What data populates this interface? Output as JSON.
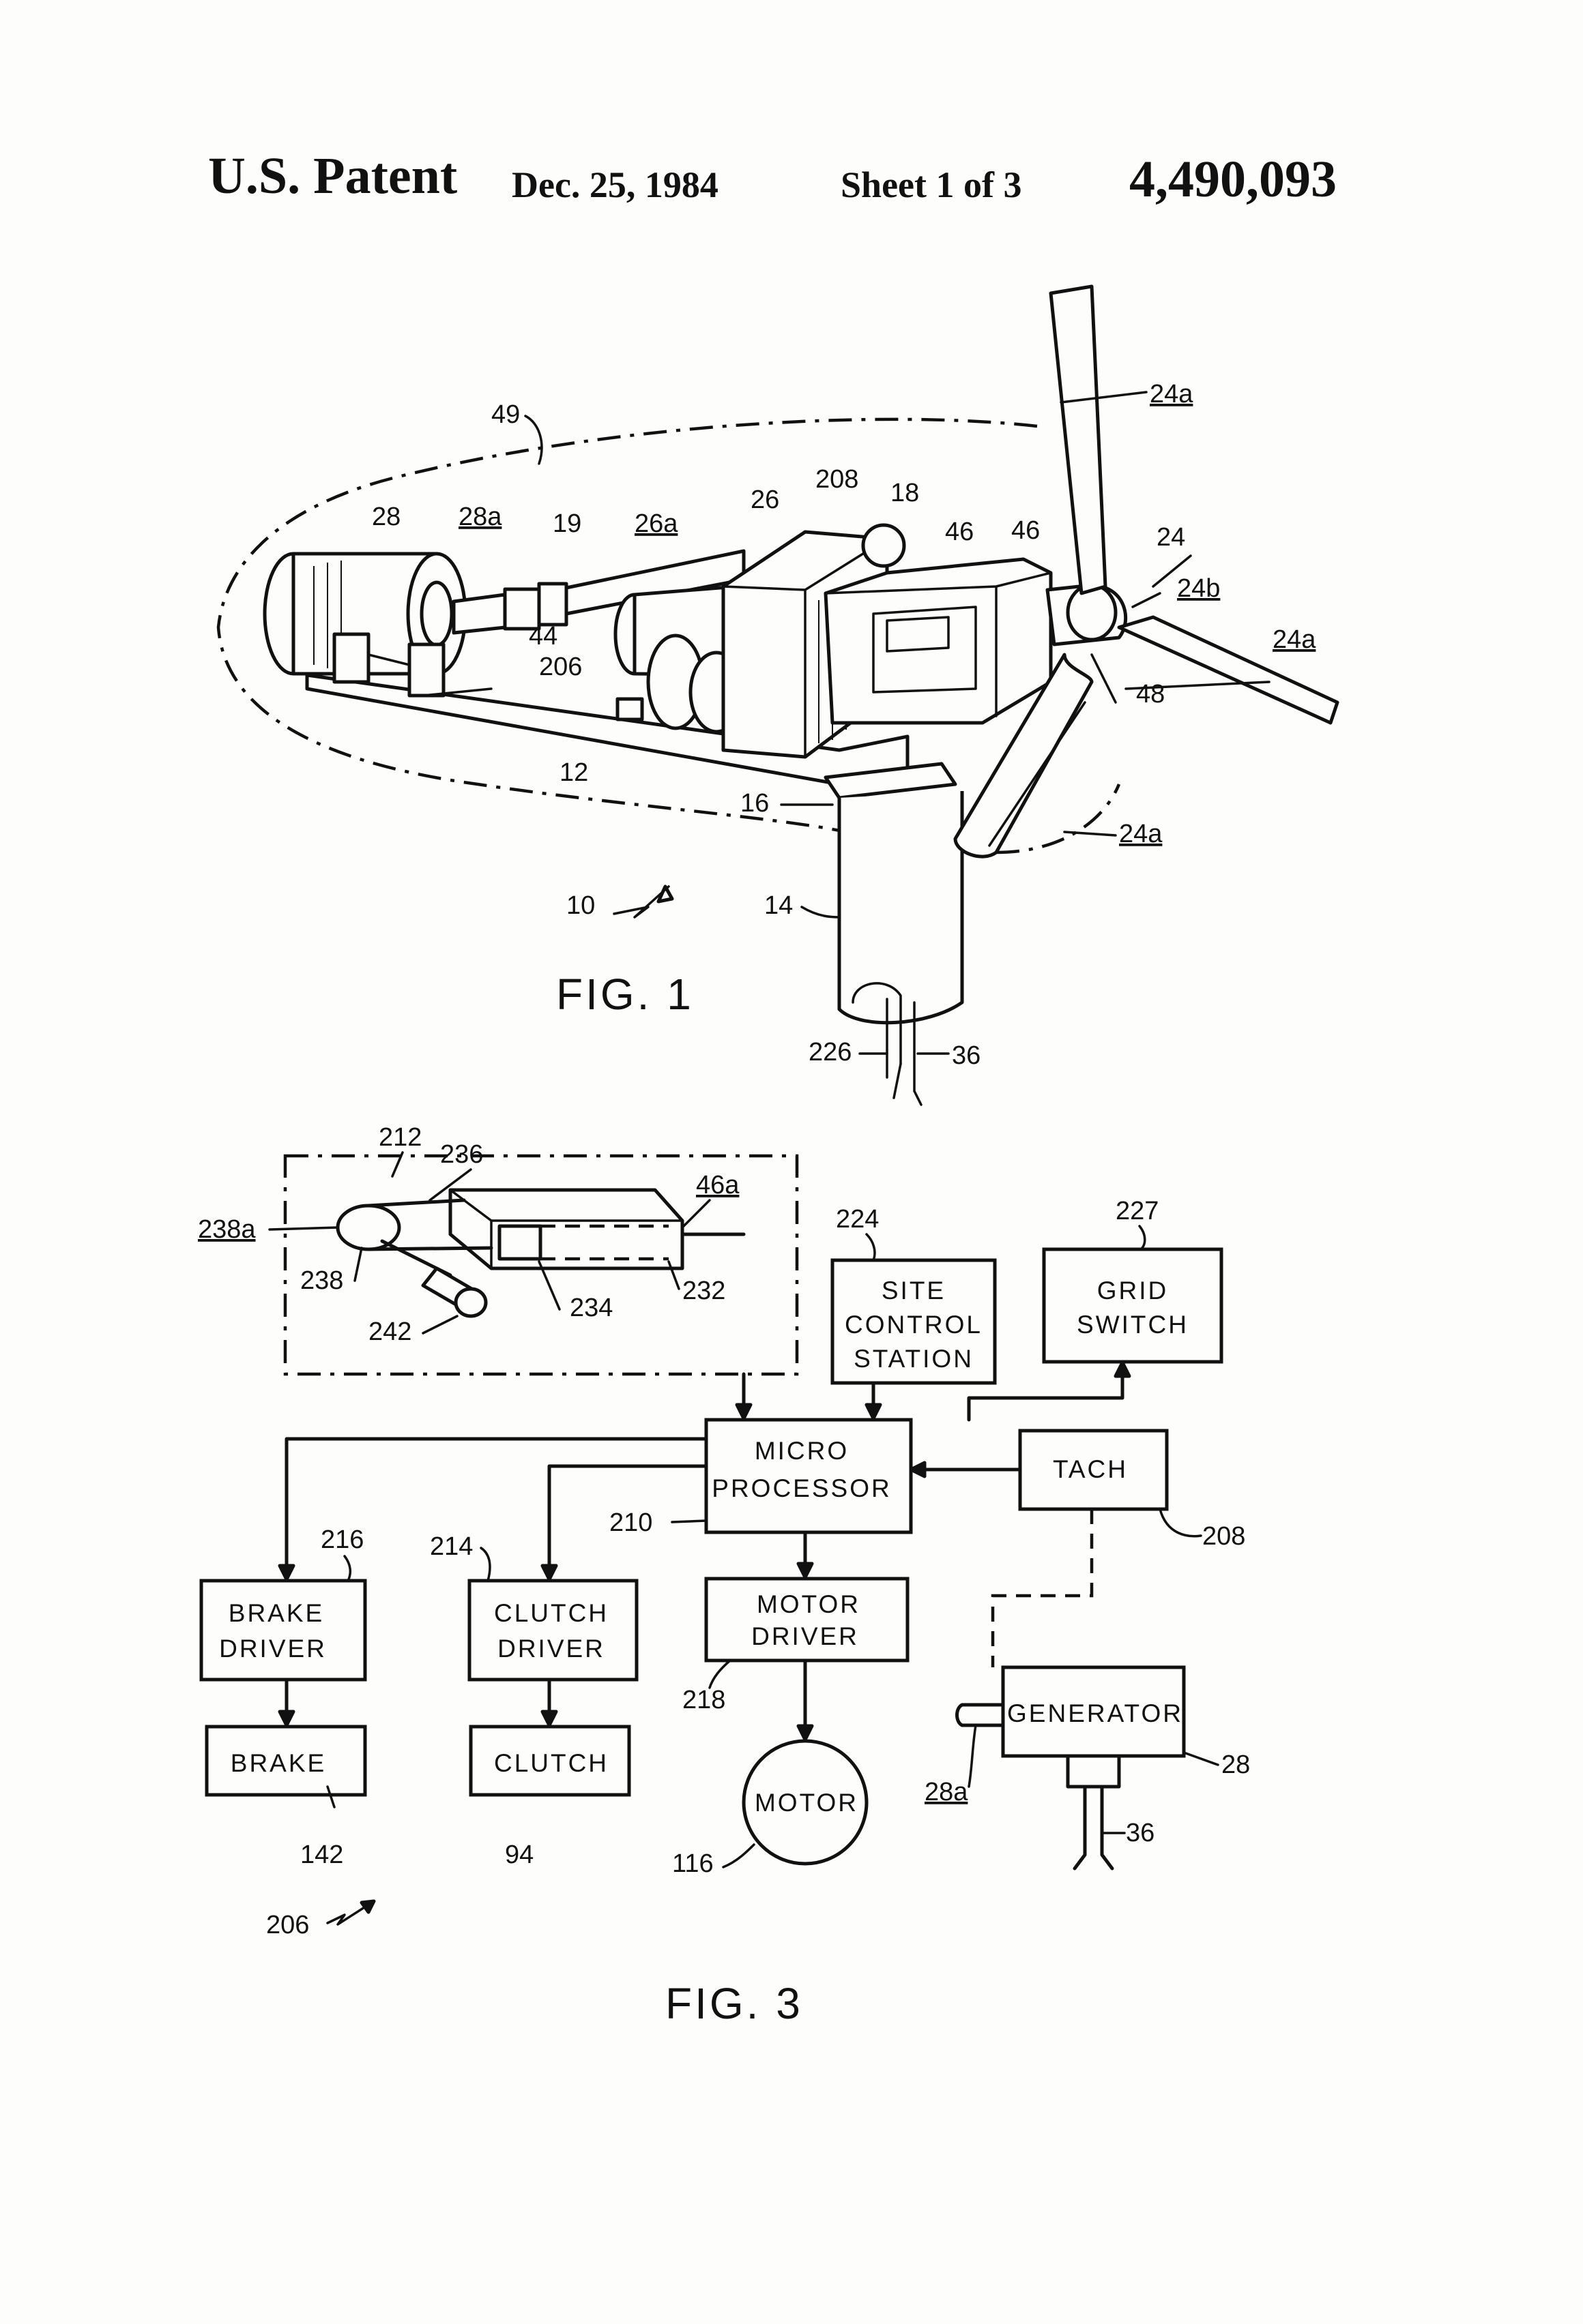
{
  "header": {
    "patent_label": "U.S. Patent",
    "date": "Dec. 25, 1984",
    "sheet": "Sheet 1 of 3",
    "patent_number": "4,490,093"
  },
  "fig1": {
    "caption": "FIG. 1",
    "refs": {
      "r49": "49",
      "r28": "28",
      "r28a": "28a",
      "r19": "19",
      "r26a": "26a",
      "r26": "26",
      "r208": "208",
      "r18": "18",
      "r46a": "46",
      "r46b": "46",
      "r24": "24",
      "r24b": "24b",
      "r24a_top": "24a",
      "r24a_right": "24a",
      "r24a_bottom": "24a",
      "r44": "44",
      "r206": "206",
      "r48": "48",
      "r12": "12",
      "r16": "16",
      "r10": "10",
      "r14": "14",
      "r226": "226",
      "r36": "36"
    }
  },
  "fig3": {
    "caption": "FIG. 3",
    "blocks": {
      "site_control": [
        "SITE",
        "CONTROL",
        "STATION"
      ],
      "grid_switch": [
        "GRID",
        "SWITCH"
      ],
      "microprocessor": [
        "MICRO",
        "PROCESSOR"
      ],
      "tach": [
        "TACH"
      ],
      "brake_driver": [
        "BRAKE",
        "DRIVER"
      ],
      "clutch_driver": [
        "CLUTCH",
        "DRIVER"
      ],
      "motor_driver": [
        "MOTOR",
        "DRIVER"
      ],
      "brake": [
        "BRAKE"
      ],
      "clutch": [
        "CLUTCH"
      ],
      "motor": [
        "MOTOR"
      ],
      "generator": [
        "GENERATOR"
      ]
    },
    "refs": {
      "r212": "212",
      "r236": "236",
      "r46a": "46a",
      "r238a": "238a",
      "r238": "238",
      "r234": "234",
      "r232": "232",
      "r242": "242",
      "r224": "224",
      "r227": "227",
      "r210": "210",
      "r208": "208",
      "r216": "216",
      "r214": "214",
      "r218": "218",
      "r142": "142",
      "r94": "94",
      "r116": "116",
      "r28": "28",
      "r28a": "28a",
      "r36": "36",
      "r206": "206"
    }
  }
}
